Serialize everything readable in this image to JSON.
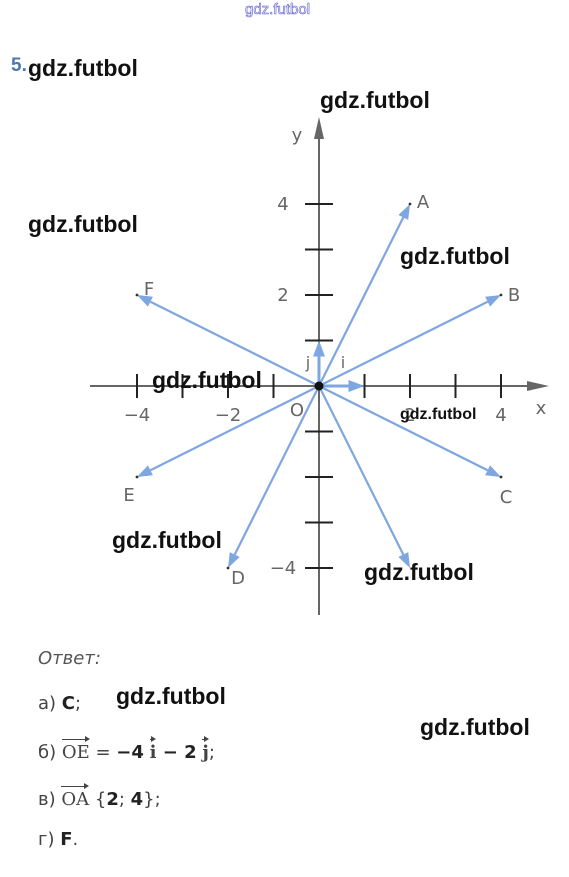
{
  "watermark": "gdz.futbol",
  "problem_number": "5.",
  "axis_labels": {
    "x": "x",
    "y": "y"
  },
  "origin_label": "O",
  "unit_vectors": {
    "i": "i",
    "j": "j"
  },
  "ticks": {
    "x": [
      {
        "value": -4,
        "label": "−4"
      },
      {
        "value": -2,
        "label": "−2"
      },
      {
        "value": 2,
        "label": "2"
      },
      {
        "value": 4,
        "label": "4"
      }
    ],
    "y": [
      {
        "value": 4,
        "label": "4"
      },
      {
        "value": 2,
        "label": "2"
      },
      {
        "value": -4,
        "label": "−4"
      }
    ]
  },
  "vectors": [
    {
      "name": "A",
      "x": 2,
      "y": 4
    },
    {
      "name": "B",
      "x": 4,
      "y": 2
    },
    {
      "name": "C",
      "x": 4,
      "y": -2
    },
    {
      "name": "D",
      "x": -2,
      "y": -4
    },
    {
      "name": "E",
      "x": -4,
      "y": -2
    },
    {
      "name": "F",
      "x": -4,
      "y": 2
    },
    {
      "name": "",
      "x": 2,
      "y": -4
    }
  ],
  "colors": {
    "vector": "#7ea6e0",
    "axis": "#666666",
    "tick": "#222222",
    "label": "#666666"
  },
  "answer": {
    "heading": "Ответ:",
    "a_prefix": "а) ",
    "a_value": "C",
    "a_end": ";",
    "b_prefix": "б) ",
    "b_vec": "OE",
    "b_eq": " = ",
    "b_c1": "−4",
    "b_i": "i",
    "b_op": " − ",
    "b_c2": "2",
    "b_j": "j",
    "b_end": ";",
    "v_prefix": "в) ",
    "v_vec": "OA",
    "v_open": " {",
    "v_x": "2",
    "v_sep": "; ",
    "v_y": "4",
    "v_close": "};",
    "g_prefix": "г) ",
    "g_value": "F",
    "g_end": "."
  }
}
